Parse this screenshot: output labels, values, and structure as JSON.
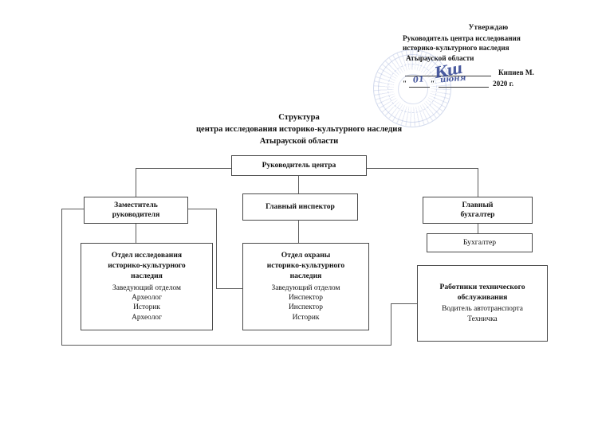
{
  "document": {
    "approval": {
      "word": "Утверждаю",
      "line2": "Руководитель центра исследования",
      "line3": "историко-культурного наследия",
      "line4": "Атырауской области",
      "signer_name": "Кипиев М.",
      "quote_open": "\"",
      "quote_close": "\"",
      "year": "2020 г.",
      "handwritten_signature": "Кш",
      "handwritten_day": "01",
      "handwritten_month": "июня"
    },
    "title": {
      "line1": "Структура",
      "line2": "центра исследования историко-культурного наследия",
      "line3": "Атырауской области"
    }
  },
  "chart_data": {
    "type": "diagram",
    "title": "Структура центра исследования историко-культурного наследия Атырауской области",
    "nodes": [
      {
        "id": "director",
        "label": "Руководитель центра",
        "level": 1
      },
      {
        "id": "deputy",
        "label": "Заместитель\nруководителя",
        "level": 2
      },
      {
        "id": "chief_inspector",
        "label": "Главный инспектор",
        "level": 2
      },
      {
        "id": "chief_accountant",
        "label": "Главный\nбухгалтер",
        "level": 2
      },
      {
        "id": "accountant",
        "label": "Бухгалтер",
        "level": 3
      },
      {
        "id": "research_dept",
        "label": "Отдел исследования историко-культурного наследия",
        "level": 3
      },
      {
        "id": "protection_dept",
        "label": "Отдел охраны историко-культурного наследия",
        "level": 3
      },
      {
        "id": "technical_staff",
        "label": "Работники технического обслуживания",
        "level": 3
      }
    ],
    "edges": [
      {
        "from": "director",
        "to": "deputy"
      },
      {
        "from": "director",
        "to": "chief_inspector"
      },
      {
        "from": "director",
        "to": "chief_accountant"
      },
      {
        "from": "deputy",
        "to": "research_dept"
      },
      {
        "from": "deputy",
        "to": "protection_dept"
      },
      {
        "from": "deputy",
        "to": "technical_staff"
      },
      {
        "from": "chief_inspector",
        "to": "protection_dept"
      },
      {
        "from": "chief_accountant",
        "to": "accountant"
      }
    ]
  },
  "boxes": {
    "director": {
      "title": "Руководитель центра"
    },
    "deputy": {
      "line1": "Заместитель",
      "line2": "руководителя"
    },
    "chief_inspector": {
      "title": "Главный инспектор"
    },
    "chief_accountant": {
      "line1": "Главный",
      "line2": "бухгалтер"
    },
    "accountant": {
      "title": "Бухгалтер"
    },
    "research_dept": {
      "head1": "Отдел исследования",
      "head2": "историко-культурного",
      "head3": "наследия",
      "staff": [
        "Заведующий отделом",
        "Археолог",
        "Историк",
        "Археолог"
      ]
    },
    "protection_dept": {
      "head1": "Отдел охраны",
      "head2": "историко-культурного",
      "head3": "наследия",
      "staff": [
        "Заведующий отделом",
        "Инспектор",
        "Инспектор",
        "Историк"
      ]
    },
    "technical_staff": {
      "head1": "Работники технического",
      "head2": "обслуживания",
      "staff": [
        "Водитель автотранспорта",
        "Техничка"
      ]
    }
  }
}
